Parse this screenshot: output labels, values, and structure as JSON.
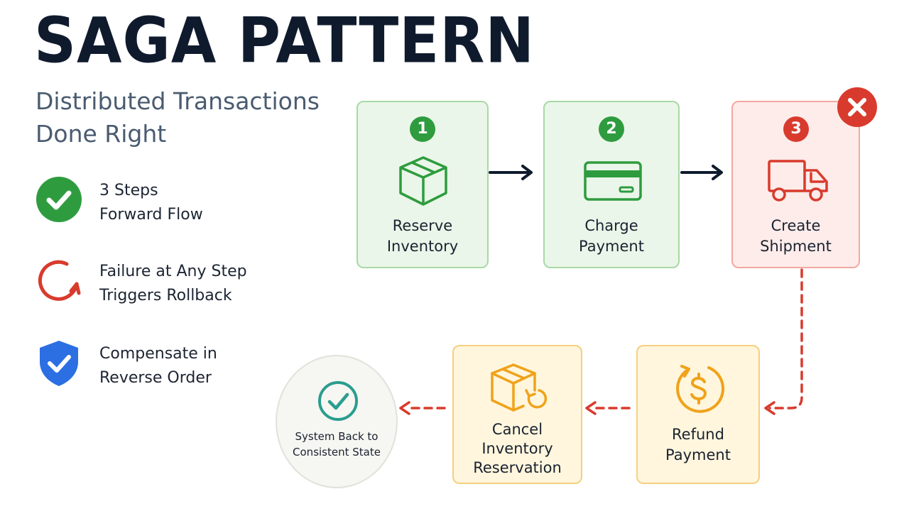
{
  "header": {
    "title": "SAGA PATTERN",
    "subtitle_line1": "Distributed Transactions",
    "subtitle_line2": "Done Right"
  },
  "features": [
    {
      "line1": "3 Steps",
      "line2": "Forward Flow",
      "icon": "check-circle-icon",
      "color": "#2e9c3e"
    },
    {
      "line1": "Failure at Any Step",
      "line2": "Triggers Rollback",
      "icon": "rollback-arrow-icon",
      "color": "#d83b2d"
    },
    {
      "line1": "Compensate in",
      "line2": "Reverse Order",
      "icon": "shield-check-icon",
      "color": "#2b6fe3"
    }
  ],
  "forward_steps": [
    {
      "number": "1",
      "line1": "Reserve",
      "line2": "Inventory",
      "icon": "package-icon",
      "status": "success"
    },
    {
      "number": "2",
      "line1": "Charge",
      "line2": "Payment",
      "icon": "credit-card-icon",
      "status": "success"
    },
    {
      "number": "3",
      "line1": "Create",
      "line2": "Shipment",
      "icon": "truck-icon",
      "status": "failed"
    }
  ],
  "compensation_steps": [
    {
      "line1": "Refund",
      "line2": "Payment",
      "icon": "refund-dollar-icon"
    },
    {
      "line1": "Cancel",
      "line2": "Inventory",
      "line3": "Reservation",
      "icon": "package-return-icon"
    }
  ],
  "final_state": {
    "line1": "System Back to",
    "line2": "Consistent State",
    "icon": "check-circle-outline-icon"
  },
  "colors": {
    "success": "#2e9c3e",
    "failure": "#d83b2d",
    "compensation": "#f0a21a",
    "final": "#2a9d8f",
    "arrow": "#0f1b2d",
    "title": "#0f1b2d"
  }
}
